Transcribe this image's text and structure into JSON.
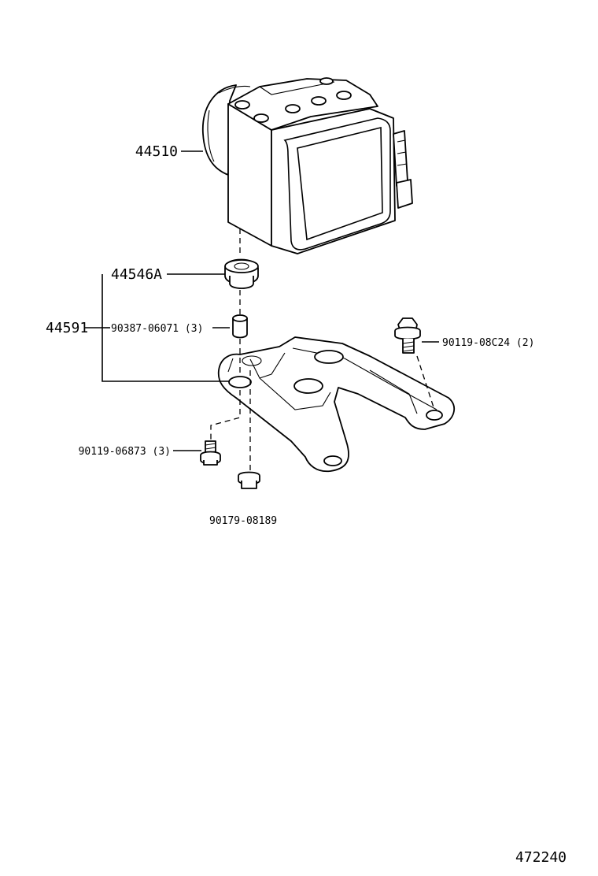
{
  "parts": {
    "actuator": "44510",
    "grommet": "44546A",
    "bracket_assy": "44591",
    "collar": "90387-06071 (3)",
    "bolt_right": "90119-08C24 (2)",
    "bolt_left": "90119-06873 (3)",
    "nut": "90179-08189"
  },
  "diagram_id": "472240"
}
